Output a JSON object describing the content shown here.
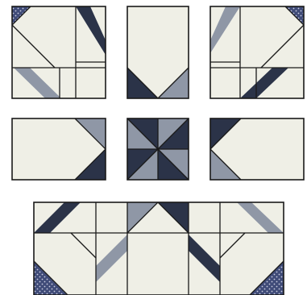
{
  "diagram": {
    "colors": {
      "cream": "#EFEFE6",
      "navy": "#2B3348",
      "gray": "#8F97A6",
      "dot_navy": "#3F4B78",
      "dot": "#C9CDE0",
      "outline": "#1A1A1A",
      "background": "#FFFFFF"
    },
    "units": [
      {
        "id": "corner-unit-top-left",
        "kind": "corner-unit"
      },
      {
        "id": "point-unit-top-center",
        "kind": "point-unit"
      },
      {
        "id": "corner-unit-top-right",
        "kind": "corner-unit"
      },
      {
        "id": "flying-geese-left",
        "kind": "flying-geese"
      },
      {
        "id": "pinwheel-center",
        "kind": "pinwheel"
      },
      {
        "id": "flying-geese-right",
        "kind": "flying-geese"
      },
      {
        "id": "assembled-row",
        "kind": "assembled-strip"
      }
    ]
  }
}
